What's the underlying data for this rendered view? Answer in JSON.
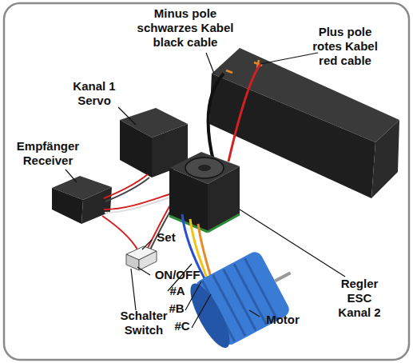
{
  "diagram": {
    "labels": [
      "Minus pole schwarzes Kabel black cable",
      "Plus pole rotes Kabel red cable",
      "Kanal 1 Servo",
      "Empfänger Receiver",
      "Set",
      "ON/OFF",
      "Regler ESC Kanal 2",
      "#A",
      "#B",
      "#C",
      "Schalter Switch",
      "Motor"
    ]
  }
}
